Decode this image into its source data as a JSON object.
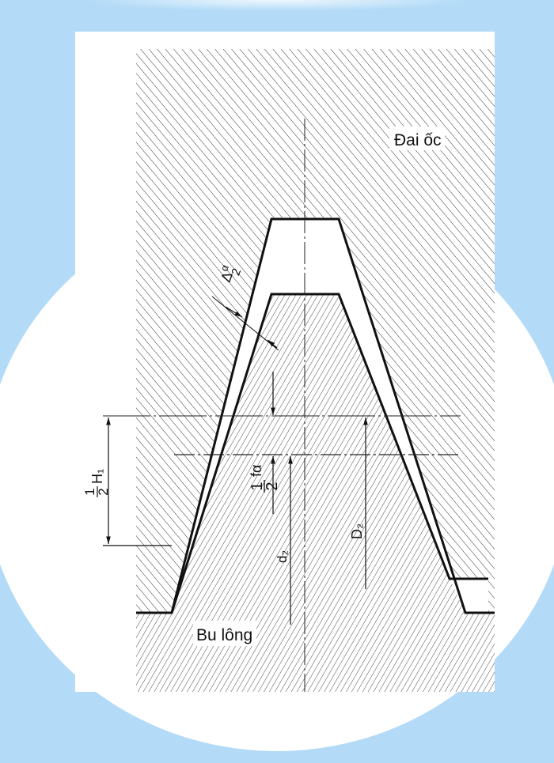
{
  "colors": {
    "background": "#b3dbf7",
    "background_highlight": "#eef7fe",
    "paper": "#ffffff",
    "ink": "#111111"
  },
  "labels": {
    "nut": "Đai ốc",
    "bolt": "Bu lông",
    "half_h1": {
      "num": "1",
      "den": "2",
      "sym": "H₁"
    },
    "half_f_alpha": {
      "num": "1",
      "den": "2",
      "sym": "fα"
    },
    "d2": "d₂",
    "D2": "D₂",
    "delta_alpha_half": {
      "sym": "Δ",
      "num": "α",
      "den": "2"
    }
  }
}
